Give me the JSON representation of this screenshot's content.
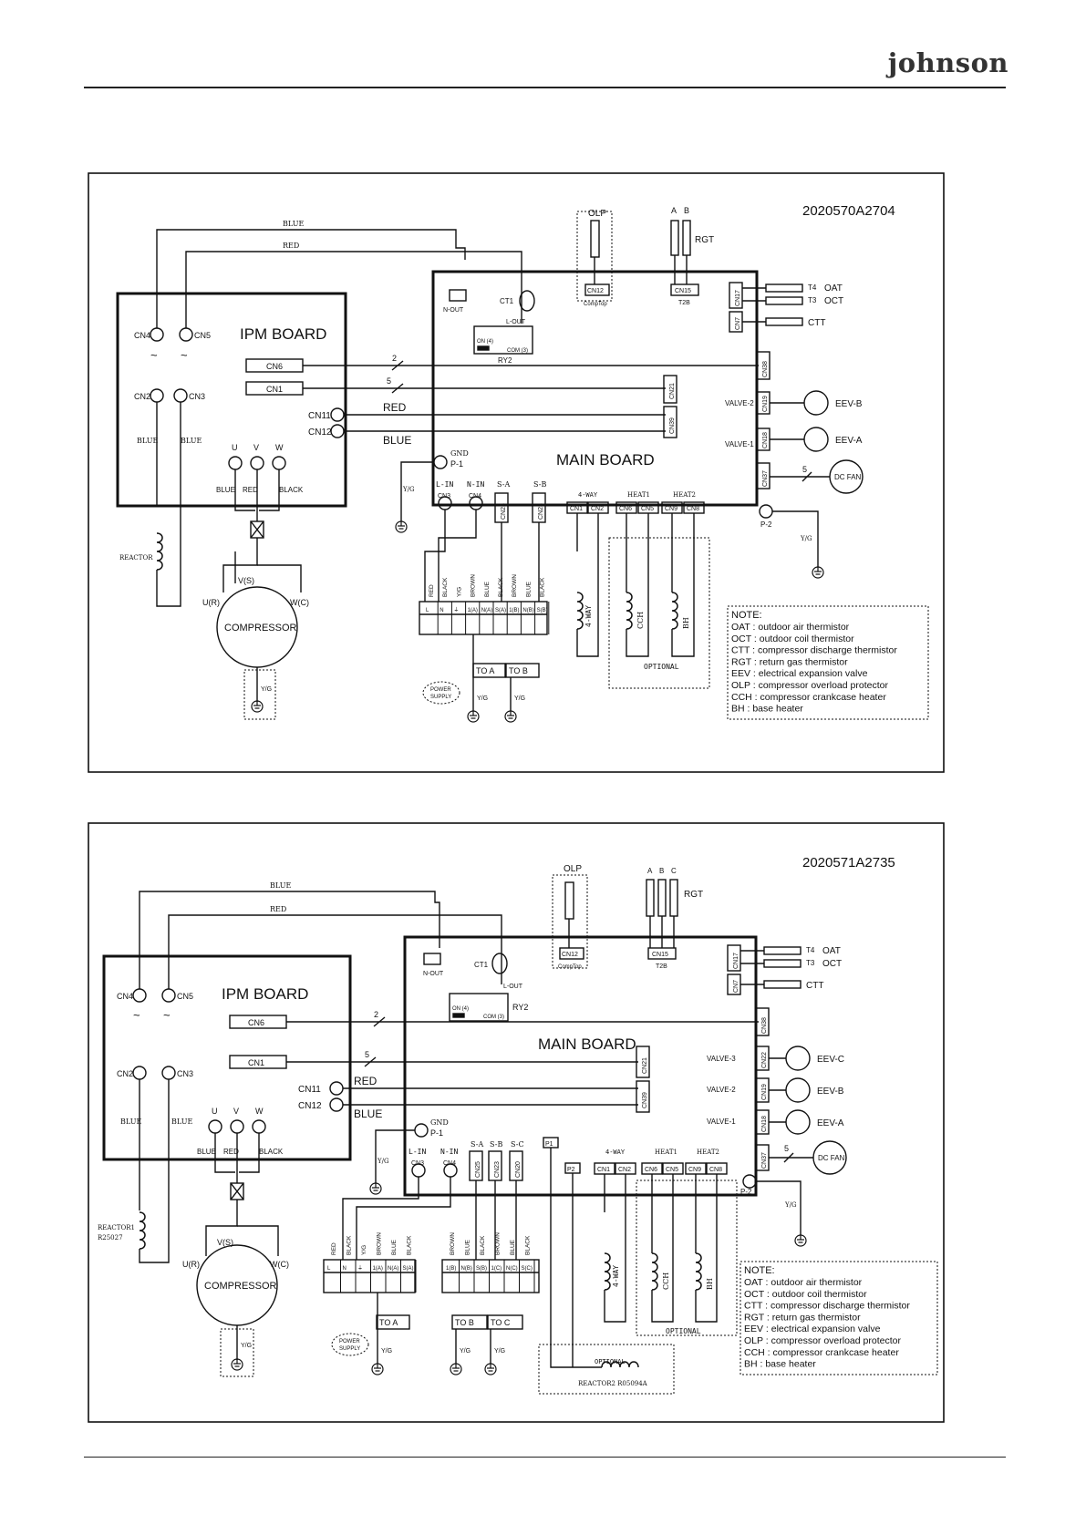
{
  "header": {
    "brand": "johnson"
  },
  "diagram1": {
    "code": "2020570A2704",
    "ipm": {
      "title": "IPM BOARD",
      "cn4": "CN4",
      "cn5": "CN5",
      "cn6": "CN6",
      "cn1": "CN1",
      "cn2": "CN2",
      "cn3": "CN3",
      "cn11": "CN11",
      "cn12": "CN12",
      "u": "U",
      "v": "V",
      "w": "W",
      "blue": "BLUE",
      "red": "RED",
      "black": "BLACK"
    },
    "wires": {
      "blue": "BLUE",
      "red": "RED",
      "n2": "2",
      "n5": "5",
      "red2": "RED",
      "blue2": "BLUE"
    },
    "main": {
      "title": "MAIN BOARD",
      "nout": "N-OUT",
      "ct1": "CT1",
      "lout": "L-OUT",
      "on4": "ON (4)",
      "com3": "COM (3)",
      "ry2": "RY2",
      "gnd": "GND",
      "p1": "P-1",
      "p2": "P-2",
      "lin": "L-IN",
      "nin": "N-IN",
      "sa": "S-A",
      "sb": "S-B",
      "way": "4-WAY",
      "heat1": "HEAT1",
      "heat2": "HEAT2"
    },
    "conn": {
      "cn12": "CN12",
      "comptop": "CompTop",
      "cn15": "CN15",
      "t2b": "T2B",
      "cn17": "CN17",
      "cn7": "CN7",
      "cn38": "CN38",
      "cn19": "CN19",
      "cn18": "CN18",
      "cn37": "CN37",
      "cn21": "CN21",
      "cn39": "CN39",
      "cn3": "CN3",
      "cn4": "CN4",
      "cn25": "CN25",
      "cn23": "CN23",
      "cn1": "CN1",
      "cn2": "CN2",
      "cn6": "CN6",
      "cn5": "CN5",
      "cn9": "CN9",
      "cn8": "CN8"
    },
    "sensors": {
      "olp": "OLP",
      "a": "A",
      "b": "B",
      "rgt": "RGT",
      "t4": "T4",
      "oat": "OAT",
      "t3": "T3",
      "oct": "OCT",
      "ctt": "CTT"
    },
    "right": {
      "valve2": "VALVE-2",
      "valve1": "VALVE-1",
      "eevb": "EEV-B",
      "eeva": "EEV-A",
      "five": "5",
      "dcfan": "DC FAN",
      "yg": "Y/G"
    },
    "bottom": {
      "reactor": "REACTOR",
      "vs": "V(S)",
      "ur": "U(R)",
      "wc": "W(C)",
      "compressor": "COMPRESSOR",
      "yg": "Y/G",
      "fourway": "4-WAY",
      "cch": "CCH",
      "bh": "BH",
      "optional": "OPTIONAL",
      "toa": "TO  A",
      "tob": "TO  B",
      "power": "POWER",
      "supply": "SUPPLY",
      "yg2": "Y/G",
      "yg3": "Y/G"
    },
    "terminal_labels": [
      "RED",
      "BLACK",
      "Y/G",
      "BROWN",
      "BLUE",
      "BLACK",
      "BROWN",
      "BLUE",
      "BLACK"
    ],
    "terminal_marks": [
      "L",
      "N",
      "⏚",
      "1(A)",
      "N(A)",
      "S(A)",
      "1(B)",
      "N(B)",
      "S(B)"
    ]
  },
  "diagram2": {
    "code": "2020571A2735",
    "ipm": {
      "title": "IPM BOARD",
      "cn4": "CN4",
      "cn5": "CN5",
      "cn6": "CN6",
      "cn1": "CN1",
      "cn2": "CN2",
      "cn3": "CN3",
      "cn11": "CN11",
      "cn12": "CN12",
      "u": "U",
      "v": "V",
      "w": "W",
      "blue": "BLUE",
      "red": "RED",
      "black": "BLACK"
    },
    "wires": {
      "blue": "BLUE",
      "red": "RED",
      "n2": "2",
      "n5": "5",
      "red2": "RED",
      "blue2": "BLUE"
    },
    "main": {
      "title": "MAIN BOARD",
      "nout": "N-OUT",
      "ct1": "CT1",
      "lout": "L-OUT",
      "on4": "ON (4)",
      "com3": "COM (3)",
      "ry2": "RY2",
      "gnd": "GND",
      "p1": "P-1",
      "p2": "P-2",
      "lin": "L-IN",
      "nin": "N-IN",
      "sa": "S-A",
      "sb": "S-B",
      "sc": "S-C",
      "p1b": "P1",
      "p2b": "P2",
      "way": "4-WAY",
      "heat1": "HEAT1",
      "heat2": "HEAT2"
    },
    "conn": {
      "cn12": "CN12",
      "comptop": "CompTop",
      "cn15": "CN15",
      "t2b": "T2B",
      "cn17": "CN17",
      "cn7": "CN7",
      "cn38": "CN38",
      "cn22": "CN22",
      "cn19": "CN19",
      "cn18": "CN18",
      "cn37": "CN37",
      "cn21": "CN21",
      "cn39": "CN39",
      "cn3": "CN3",
      "cn4": "CN4",
      "cn25": "CN25",
      "cn23": "CN23",
      "cn20": "CN20",
      "cn1": "CN1",
      "cn2": "CN2",
      "cn6": "CN6",
      "cn5": "CN5",
      "cn9": "CN9",
      "cn8": "CN8"
    },
    "sensors": {
      "olp": "OLP",
      "a": "A",
      "b": "B",
      "c": "C",
      "rgt": "RGT",
      "t4": "T4",
      "oat": "OAT",
      "t3": "T3",
      "oct": "OCT",
      "ctt": "CTT"
    },
    "right": {
      "valve3": "VALVE-3",
      "valve2": "VALVE-2",
      "valve1": "VALVE-1",
      "eevc": "EEV-C",
      "eevb": "EEV-B",
      "eeva": "EEV-A",
      "five": "5",
      "dcfan": "DC FAN",
      "yg": "Y/G"
    },
    "bottom": {
      "reactor1": "REACTOR1",
      "r25027": "R25027",
      "vs": "V(S)",
      "ur": "U(R)",
      "wc": "W(C)",
      "compressor": "COMPRESSOR",
      "yg": "Y/G",
      "fourway": "4-WAY",
      "cch": "CCH",
      "bh": "BH",
      "optional": "OPTIONAL",
      "optional2": "OPTIONAL",
      "reactor2": "REACTOR2 R05094A",
      "toa": "TO  A",
      "tob": "TO  B",
      "toc": "TO  C",
      "power": "POWER",
      "supply": "SUPPLY",
      "yg2": "Y/G",
      "yg3": "Y/G",
      "yg4": "Y/G"
    },
    "terminal1_labels": [
      "RED",
      "BLACK",
      "Y/G",
      "BROWN",
      "BLUE",
      "BLACK"
    ],
    "terminal1_marks": [
      "L",
      "N",
      "⏚",
      "1(A)",
      "N(A)",
      "S(A)"
    ],
    "terminal2_labels": [
      "BROWN",
      "BLUE",
      "BLACK",
      "BROWN",
      "BLUE",
      "BLACK"
    ],
    "terminal2_marks": [
      "1(B)",
      "N(B)",
      "S(B)",
      "1(C)",
      "N(C)",
      "S(C)"
    ]
  },
  "notes": {
    "title": "NOTE:",
    "lines": [
      "OAT : outdoor air thermistor",
      "OCT : outdoor coil thermistor",
      "CTT : compressor discharge thermistor",
      "RGT : return gas thermistor",
      "EEV : electrical expansion valve",
      "OLP : compressor overload protector",
      "CCH : compressor crankcase heater",
      "BH   :  base heater"
    ]
  }
}
